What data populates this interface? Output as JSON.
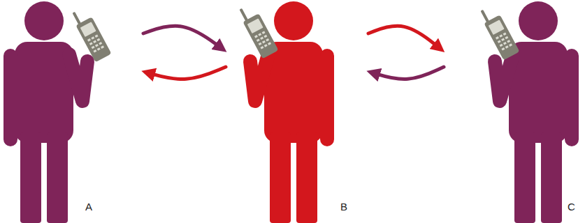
{
  "diagram": {
    "nodes": [
      {
        "text": [
          "A"
        ]
      },
      {
        "text": [
          "B"
        ]
      },
      {
        "text": [
          "C"
        ]
      }
    ],
    "edges": [
      {
        "from": 0,
        "to": 1,
        "arrow": "to"
      },
      {
        "from": 1,
        "to": 0,
        "arrow": "to"
      },
      {
        "from": 1,
        "to": 2,
        "arrow": "to"
      },
      {
        "from": 2,
        "to": 1,
        "arrow": "to"
      }
    ]
  }
}
